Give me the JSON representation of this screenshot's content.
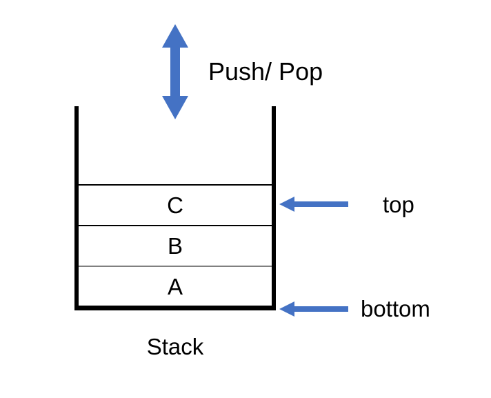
{
  "diagram": {
    "title": "Stack",
    "caption": "Stack",
    "colors": {
      "arrow_blue": "#4472C4",
      "outline_black": "#000000",
      "divider_gray": "#808080",
      "background": "#FFFFFF"
    },
    "operation_label": "Push/ Pop",
    "operation_arrow": {
      "name": "push-pop-double-arrow",
      "direction": "up-down",
      "color": "#4472C4"
    },
    "cells": [
      {
        "label": "C",
        "position": "top"
      },
      {
        "label": "B",
        "position": "middle"
      },
      {
        "label": "A",
        "position": "bottom"
      }
    ],
    "pointers": [
      {
        "label": "top",
        "target_cell": "C",
        "direction": "left",
        "color": "#4472C4"
      },
      {
        "label": "bottom",
        "target_cell": "A",
        "direction": "left",
        "color": "#4472C4"
      }
    ]
  }
}
